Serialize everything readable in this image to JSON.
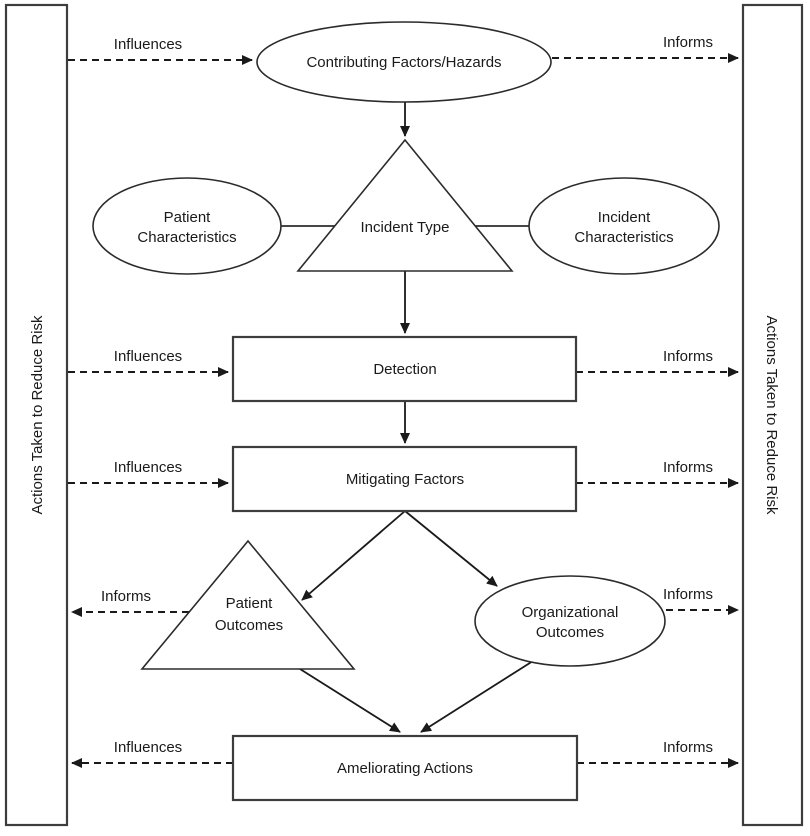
{
  "diagram": {
    "title_hint": "Incident analysis framework flowchart",
    "left_bar": {
      "label": "Actions Taken to Reduce Risk"
    },
    "right_bar": {
      "label": "Actions Taken to Reduce Risk"
    },
    "nodes": {
      "contributing_factors": {
        "label": "Contributing Factors/Hazards",
        "shape": "ellipse"
      },
      "incident_type": {
        "label": "Incident Type",
        "shape": "triangle"
      },
      "patient_characteristics": {
        "line1": "Patient",
        "line2": "Characteristics",
        "shape": "ellipse"
      },
      "incident_characteristics": {
        "line1": "Incident",
        "line2": "Characteristics",
        "shape": "ellipse"
      },
      "detection": {
        "label": "Detection",
        "shape": "rectangle"
      },
      "mitigating_factors": {
        "label": "Mitigating Factors",
        "shape": "rectangle"
      },
      "patient_outcomes": {
        "line1": "Patient",
        "line2": "Outcomes",
        "shape": "triangle"
      },
      "organizational_outcomes": {
        "line1": "Organizational",
        "line2": "Outcomes",
        "shape": "ellipse"
      },
      "ameliorating_actions": {
        "label": "Ameliorating Actions",
        "shape": "rectangle"
      }
    },
    "edge_labels": {
      "influences_top": "Influences",
      "informs_top": "Informs",
      "influences_detection": "Influences",
      "informs_detection": "Informs",
      "influences_mitigating": "Influences",
      "informs_mitigating": "Informs",
      "informs_patient_outcomes": "Informs",
      "informs_org_outcomes": "Informs",
      "influences_bottom": "Influences",
      "informs_bottom": "Informs"
    },
    "colors": {
      "background": "#ffffff",
      "stroke": "#2b2b2b",
      "box_border": "#3d3d3d",
      "text": "#1a1a1a"
    }
  }
}
